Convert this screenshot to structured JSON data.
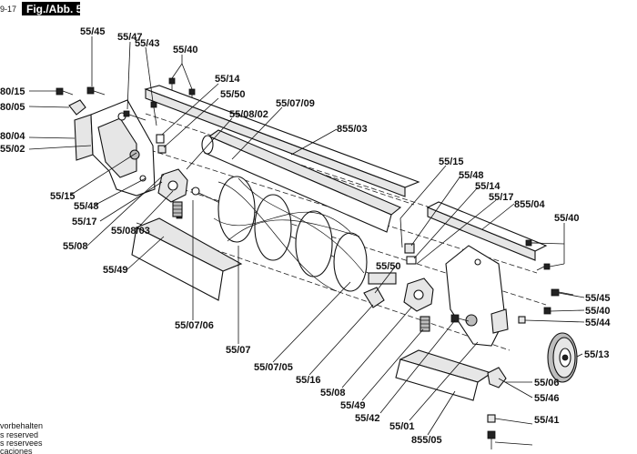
{
  "header": {
    "page_ref": "9-17",
    "figure_title": "Fig./Abb. 5"
  },
  "labels": [
    {
      "id": "l1",
      "text": "55/45"
    },
    {
      "id": "l2",
      "text": "55/47"
    },
    {
      "id": "l3",
      "text": "55/43"
    },
    {
      "id": "l4",
      "text": "55/40"
    },
    {
      "id": "l5",
      "text": "80/15"
    },
    {
      "id": "l6",
      "text": "80/05"
    },
    {
      "id": "l7",
      "text": "55/14"
    },
    {
      "id": "l8",
      "text": "55/50"
    },
    {
      "id": "l9",
      "text": "55/07/09"
    },
    {
      "id": "l10",
      "text": "55/08/02"
    },
    {
      "id": "l11",
      "text": "855/03"
    },
    {
      "id": "l12",
      "text": "80/04"
    },
    {
      "id": "l13",
      "text": "55/02"
    },
    {
      "id": "l14",
      "text": "55/15"
    },
    {
      "id": "l15",
      "text": "55/48"
    },
    {
      "id": "l16",
      "text": "55/15"
    },
    {
      "id": "l17",
      "text": "55/48"
    },
    {
      "id": "l18",
      "text": "55/14"
    },
    {
      "id": "l19",
      "text": "55/17"
    },
    {
      "id": "l20",
      "text": "855/04"
    },
    {
      "id": "l21",
      "text": "55/17"
    },
    {
      "id": "l22",
      "text": "55/08/03"
    },
    {
      "id": "l23",
      "text": "55/08"
    },
    {
      "id": "l24",
      "text": "55/40"
    },
    {
      "id": "l25",
      "text": "55/49"
    },
    {
      "id": "l26",
      "text": "55/50"
    },
    {
      "id": "l27",
      "text": "55/45"
    },
    {
      "id": "l28",
      "text": "55/40"
    },
    {
      "id": "l29",
      "text": "55/44"
    },
    {
      "id": "l30",
      "text": "55/07/06"
    },
    {
      "id": "l31",
      "text": "55/07"
    },
    {
      "id": "l32",
      "text": "55/13"
    },
    {
      "id": "l33",
      "text": "55/07/05"
    },
    {
      "id": "l34",
      "text": "55/16"
    },
    {
      "id": "l35",
      "text": "55/08"
    },
    {
      "id": "l36",
      "text": "55/49"
    },
    {
      "id": "l37",
      "text": "55/42"
    },
    {
      "id": "l38",
      "text": "55/06"
    },
    {
      "id": "l39",
      "text": "55/01"
    },
    {
      "id": "l40",
      "text": "55/46"
    },
    {
      "id": "l41",
      "text": "855/05"
    },
    {
      "id": "l42",
      "text": "55/41"
    }
  ],
  "footer": {
    "line1": "vorbehalten",
    "line2": "s reserved",
    "line3": "s reservees",
    "line4": "caciones"
  },
  "colors": {
    "ink": "#111111",
    "header_bg": "#000000",
    "header_fg": "#ffffff",
    "paper": "#ffffff"
  }
}
